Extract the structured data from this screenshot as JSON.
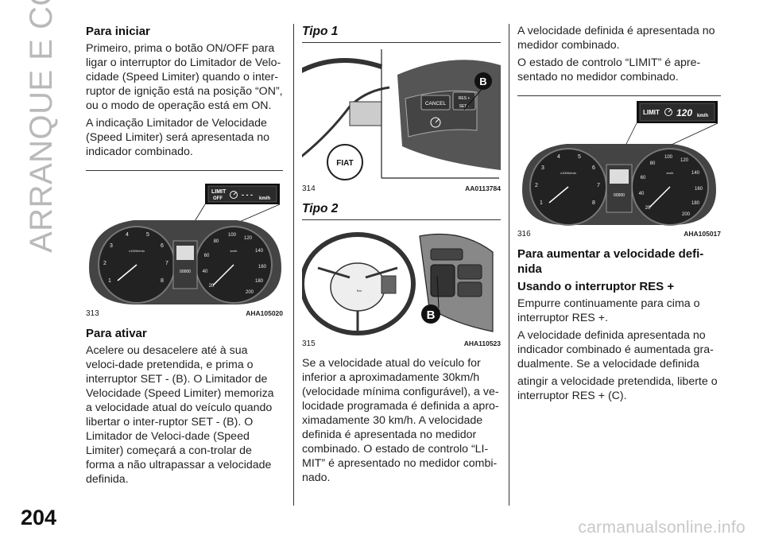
{
  "side_title": "ARRANQUE E CONDUÇÃO",
  "page_number": "204",
  "watermark": "carmanualsonline.info",
  "col1": {
    "h_iniciar": "Para iniciar",
    "p1": "Primeiro, prima o botão ON/OFF para ligar o interruptor do Limitador de Velo-cidade (Speed Limiter) quando o inter-ruptor de ignição está na posição “ON”, ou o modo de operação está em ON.",
    "p2": "A indicação Limitador de Velocidade (Speed Limiter) será apresentada no indicador combinado.",
    "fig313": {
      "num": "313",
      "code": "AHA105020",
      "display_limit": "LIMIT",
      "display_off": "OFF",
      "display_dashes": "- - -",
      "display_unit": "km/h",
      "odo": "00000",
      "tach_ticks": [
        "1",
        "2",
        "3",
        "4",
        "5",
        "6",
        "7",
        "8"
      ],
      "tach_unit": "x1000r/min",
      "speed_ticks": [
        "20",
        "40",
        "60",
        "80",
        "100",
        "120",
        "140",
        "160",
        "180",
        "200"
      ],
      "speed_unit": "km/h"
    },
    "h_ativar": "Para ativar",
    "p3": "Acelere ou desacelere até à sua veloci-dade pretendida, e prima o interruptor SET - (B). O Limitador de Velocidade (Speed Limiter) memoriza a velocidade atual do veículo quando libertar o inter-ruptor SET - (B). O Limitador de Veloci-dade (Speed Limiter) começará a con-trolar de forma a não ultrapassar a velocidade definida."
  },
  "col2": {
    "h_tipo1": "Tipo 1",
    "fig314": {
      "num": "314",
      "code": "AA0113784",
      "btn_cancel": "CANCEL",
      "btn_res": "RES +",
      "btn_set": "SET -",
      "callout": "B",
      "logo": "FIAT"
    },
    "h_tipo2": "Tipo 2",
    "fig315": {
      "num": "315",
      "code": "AHA110523",
      "callout": "B"
    },
    "p1": "Se a velocidade atual do veículo for inferior a aproximadamente 30km/h (velocidade mínima configurável), a ve-locidade programada é definida a apro-ximadamente 30 km/h. A velocidade definida é apresentada no medidor combinado. O estado de controlo “LI-MIT” é apresentado no medidor combi-nado."
  },
  "col3": {
    "p1": "A velocidade definida é apresentada no medidor combinado.",
    "p2": "O estado de controlo “LIMIT” é apre-sentado no medidor combinado.",
    "fig316": {
      "num": "316",
      "code": "AHA105017",
      "display_limit": "LIMIT",
      "display_speed": "120",
      "display_unit": "km/h",
      "odo": "00000"
    },
    "h_aumentar": "Para aumentar a velocidade defi-nida",
    "h_res": "Usando o interruptor RES +",
    "p3": "Empurre continuamente para cima o interruptor RES +.",
    "p4": "A velocidade definida apresentada no indicador combinado é aumentada gra-dualmente. Se a velocidade definida",
    "p5": "atingir a velocidade pretendida, liberte o interruptor RES + (C)."
  }
}
